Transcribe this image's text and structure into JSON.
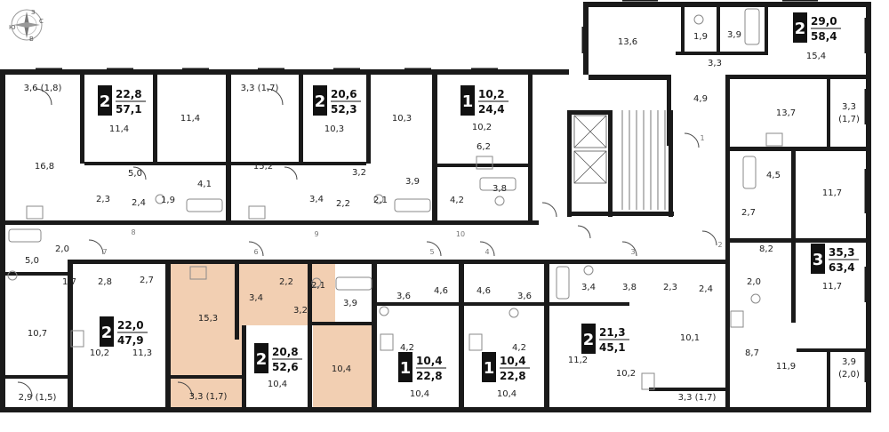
{
  "colors": {
    "wall": "#1a1a1a",
    "highlight": "#f2cfb2",
    "badge_bg": "#111111",
    "badge_fg": "#ffffff",
    "fixture": "#8a8a8a",
    "label": "#222222",
    "number_label": "#777777"
  },
  "compass": {
    "n": "З",
    "e": "С",
    "s": "В",
    "w": "Ю"
  },
  "apartments": [
    {
      "rooms": "2",
      "living": "22,8",
      "total": "57,1"
    },
    {
      "rooms": "2",
      "living": "20,6",
      "total": "52,3"
    },
    {
      "rooms": "1",
      "living": "10,2",
      "total": "24,4"
    },
    {
      "rooms": "2",
      "living": "29,0",
      "total": "58,4"
    },
    {
      "rooms": "3",
      "living": "35,3",
      "total": "63,4"
    },
    {
      "rooms": "2",
      "living": "22,0",
      "total": "47,9"
    },
    {
      "rooms": "2",
      "living": "20,8",
      "total": "52,6"
    },
    {
      "rooms": "1",
      "living": "10,4",
      "total": "22,8"
    },
    {
      "rooms": "1",
      "living": "10,4",
      "total": "22,8"
    },
    {
      "rooms": "2",
      "living": "21,3",
      "total": "45,1"
    }
  ],
  "areas": [
    "3,6 (1,8)",
    "11,4",
    "11,4",
    "16,8",
    "5,0",
    "2,3",
    "2,4",
    "1,9",
    "4,1",
    "3,3 (1,7)",
    "10,3",
    "10,3",
    "15,2",
    "3,2",
    "3,4",
    "2,2",
    "2,1",
    "3,9",
    "10,2",
    "6,2",
    "3,8",
    "4,2",
    "13,6",
    "1,9",
    "3,9",
    "3,3",
    "15,4",
    "4,9",
    "13,7",
    "3,3",
    "(1,7)",
    "4,5",
    "11,7",
    "2,7",
    "8,2",
    "2,0",
    "5,0",
    "1,7",
    "2,8",
    "2,7",
    "10,7",
    "10,2",
    "11,3",
    "2,9 (1,5)",
    "15,3",
    "2,2",
    "2,1",
    "3,4",
    "3,2",
    "3,9",
    "10,4",
    "10,4",
    "3,3 (1,7)",
    "3,6",
    "4,6",
    "4,2",
    "10,4",
    "4,6",
    "3,6",
    "4,2",
    "10,4",
    "3,4",
    "3,8",
    "2,3",
    "2,4",
    "11,2",
    "10,1",
    "10,2",
    "3,3 (1,7)",
    "2,0",
    "11,7",
    "8,7",
    "11,9",
    "3,9",
    "(2,0)"
  ],
  "numbers": [
    "1",
    "2",
    "3",
    "4",
    "5",
    "6",
    "7",
    "8",
    "9",
    "10"
  ]
}
